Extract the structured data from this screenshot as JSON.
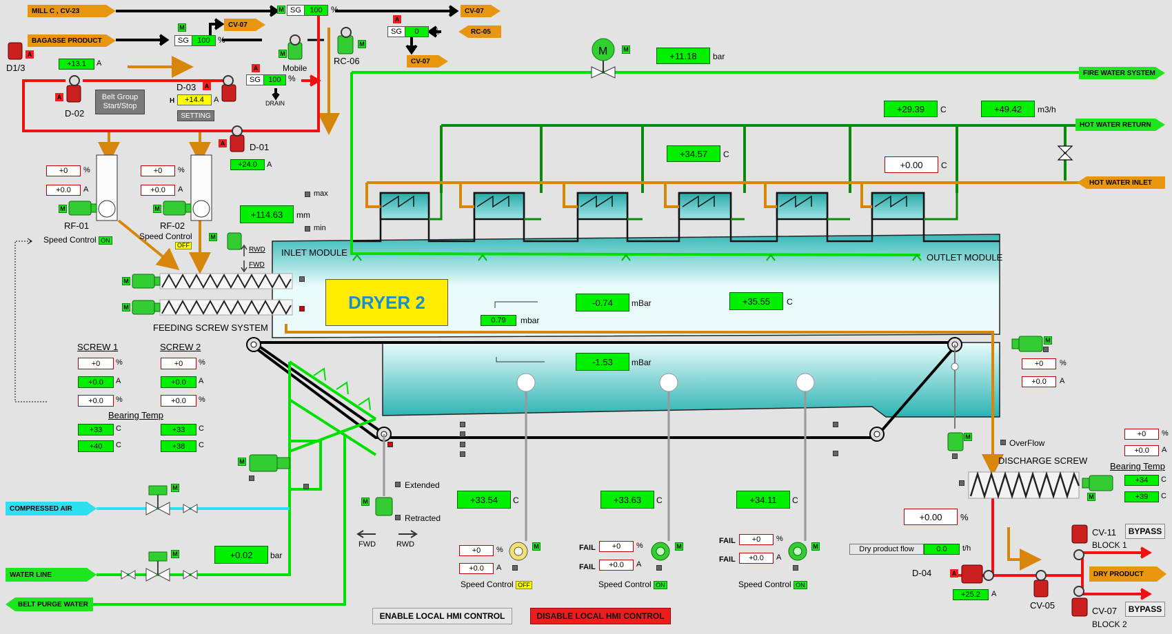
{
  "tags": {
    "mill": "MILL C , CV-23",
    "bagasse": "BAGASSE PRODUCT",
    "cv07_top": "CV-07",
    "cv07_small": "CV-07",
    "rc05": "RC-05",
    "cv07_mid": "CV-07",
    "fire_water": "FIRE WATER SYSTEM",
    "hot_return": "HOT WATER RETURN",
    "hot_inlet": "HOT WATER INLET",
    "compressed_air": "COMPRESSED AIR",
    "water_line": "WATER LINE",
    "belt_purge": "BELT PURGE WATER",
    "dry_product": "DRY PRODUCT"
  },
  "sg": {
    "sg1": {
      "label": "SG",
      "value": "100",
      "unit": "%"
    },
    "sg2": {
      "label": "SG",
      "value": "100",
      "unit": "%"
    },
    "sg3": {
      "label": "SG",
      "value": "0",
      "unit": "%"
    },
    "sg4": {
      "label": "SG",
      "value": "100",
      "unit": "%"
    }
  },
  "labels": {
    "d13": "D1/3",
    "d02": "D-02",
    "d03": "D-03",
    "d01": "D-01",
    "mobile": "Mobile",
    "rc06": "RC-06",
    "drain": "DRAIN",
    "rf01": "RF-01",
    "rf02": "RF-02",
    "speed_control": "Speed Control",
    "max": "max",
    "min": "min",
    "mm": "mm",
    "rwd": "RWD",
    "fwd": "FWD",
    "feeding": "FEEDING SCREW SYSTEM",
    "inlet_module": "INLET MODULE",
    "outlet_module": "OUTLET MODULE",
    "dryer": "DRYER 2",
    "mbar": "mbar",
    "mBar": "mBar",
    "bar": "bar",
    "c": "C",
    "m3h": "m3/h",
    "pct": "%",
    "a": "A",
    "h": "H",
    "screw1": "SCREW 1",
    "screw2": "SCREW 2",
    "bearing_temp": "Bearing Temp",
    "extended": "Extended",
    "retracted": "Retracted",
    "fwd2": "FWD",
    "rwd2": "RWD",
    "overflow": "OverFlow",
    "discharge": "DISCHARGE SCREW",
    "fail": "FAIL",
    "dry_flow": "Dry product flow",
    "th": "t/h",
    "d04": "D-04",
    "cv05": "CV-05",
    "cv11": "CV-11",
    "cv07b": "CV-07",
    "block1": "BLOCK  1",
    "block2": "BLOCK  2",
    "m": "M",
    "alarm": "A"
  },
  "buttons": {
    "belt_group": "Belt Group Start/Stop",
    "setting": "SETTING",
    "bypass1": "BYPASS",
    "bypass2": "BYPASS",
    "enable_hmi": "ENABLE LOCAL HMI CONTROL",
    "disable_hmi": "DISABLE LOCAL HMI CONTROL"
  },
  "status": {
    "on": "ON",
    "off": "OFF"
  },
  "values": {
    "d02_current": "+13.1",
    "d03_current": "+14.4",
    "d01_current": "+24.0",
    "fire_pressure": "+11.18",
    "return_temp": "+29.39",
    "return_flow": "+49.42",
    "header_temp": "+34.57",
    "inlet_temp": "+0.00",
    "level": "+114.63",
    "rf01_pct": "+0",
    "rf01_a": "+0.0",
    "rf02_pct": "+0",
    "rf02_a": "+0.0",
    "dp_small": "0.79",
    "p_upper": "-0.74",
    "p_lower": "-1.53",
    "t_outlet": "+35.55",
    "s1_pct": "+0",
    "s1_a": "+0.0",
    "s1_pct2": "+0.0",
    "s2_pct": "+0",
    "s2_a": "+0.0",
    "s2_pct2": "+0.0",
    "s1_bt1": "+33",
    "s1_bt2": "+40",
    "s2_bt1": "+33",
    "s2_bt2": "+38",
    "water_pressure": "+0.02",
    "fan1_temp": "+33.54",
    "fan2_temp": "+33.63",
    "fan3_temp": "+34.11",
    "fan1_pct": "+0",
    "fan1_a": "+0.0",
    "fan2_pct": "+0",
    "fan2_a": "+0.0",
    "fan3_pct": "+0",
    "fan3_a": "+0.0",
    "belt_pct": "+0",
    "belt_a": "+0.0",
    "disc_pct": "+0",
    "disc_a": "+0.0",
    "disc_bt1": "+34",
    "disc_bt2": "+39",
    "disc_out": "+0.00",
    "dry_flow_val": "0.0",
    "d04_current": "+25.2"
  },
  "colors": {
    "pipe_green": "#00e000",
    "pipe_dark_green": "#008a00",
    "pipe_orange": "#d8860b",
    "pipe_red": "#f01010",
    "dryer_teal": "#40c4c8",
    "motor_green": "#33cc33",
    "motor_red": "#cc2020"
  }
}
